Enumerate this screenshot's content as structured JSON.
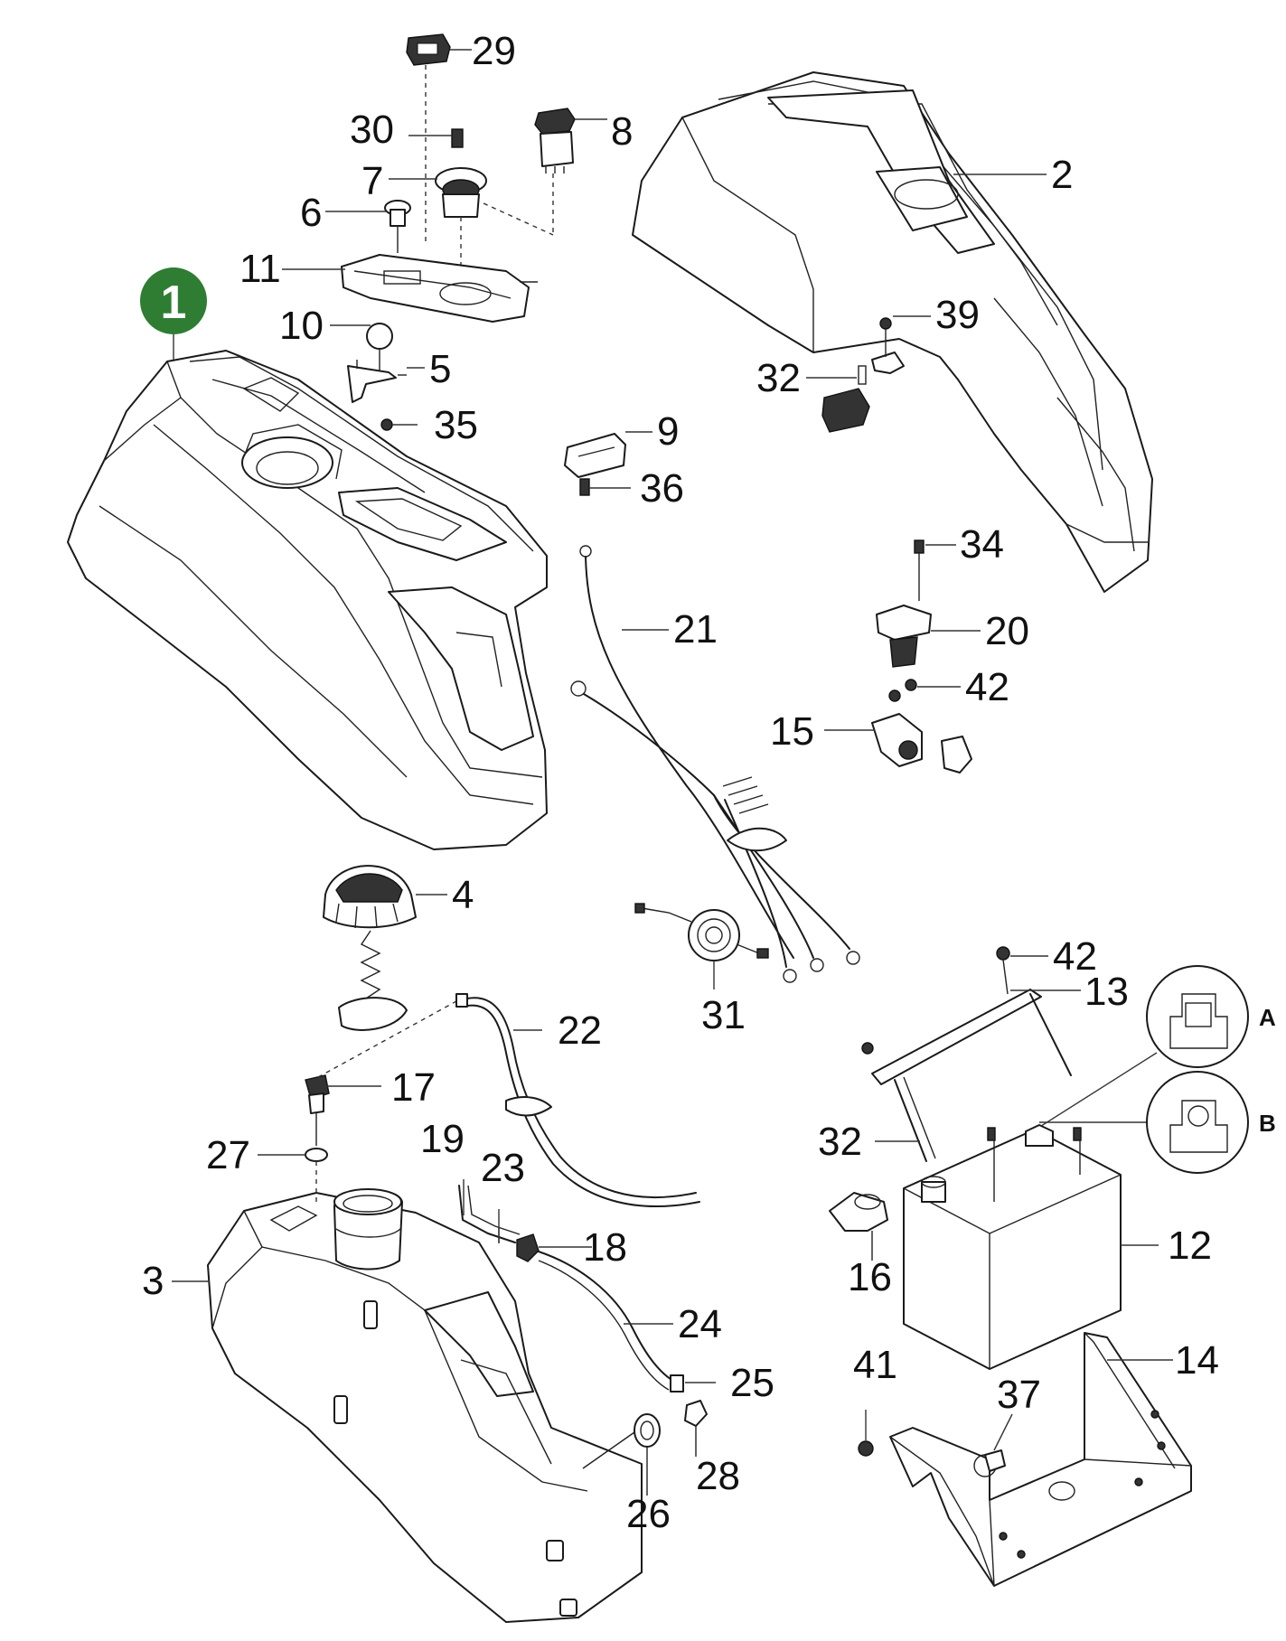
{
  "badge": {
    "label": "1",
    "color": "#2e7d32"
  },
  "callouts": [
    {
      "id": "c29",
      "text": "29"
    },
    {
      "id": "c30",
      "text": "30"
    },
    {
      "id": "c8",
      "text": "8"
    },
    {
      "id": "c7",
      "text": "7"
    },
    {
      "id": "c6",
      "text": "6"
    },
    {
      "id": "c11",
      "text": "11"
    },
    {
      "id": "c10",
      "text": "10"
    },
    {
      "id": "c5",
      "text": "5"
    },
    {
      "id": "c35",
      "text": "35"
    },
    {
      "id": "c2",
      "text": "2"
    },
    {
      "id": "c39",
      "text": "39"
    },
    {
      "id": "c32a",
      "text": "32"
    },
    {
      "id": "c9",
      "text": "9"
    },
    {
      "id": "c36",
      "text": "36"
    },
    {
      "id": "c21",
      "text": "21"
    },
    {
      "id": "c34",
      "text": "34"
    },
    {
      "id": "c20",
      "text": "20"
    },
    {
      "id": "c42a",
      "text": "42"
    },
    {
      "id": "c15",
      "text": "15"
    },
    {
      "id": "c4",
      "text": "4"
    },
    {
      "id": "c31",
      "text": "31"
    },
    {
      "id": "c42b",
      "text": "42"
    },
    {
      "id": "c13",
      "text": "13"
    },
    {
      "id": "c22",
      "text": "22"
    },
    {
      "id": "c17",
      "text": "17"
    },
    {
      "id": "c27",
      "text": "27"
    },
    {
      "id": "c19",
      "text": "19"
    },
    {
      "id": "c23",
      "text": "23"
    },
    {
      "id": "c18",
      "text": "18"
    },
    {
      "id": "c32b",
      "text": "32"
    },
    {
      "id": "c12",
      "text": "12"
    },
    {
      "id": "c16",
      "text": "16"
    },
    {
      "id": "c3",
      "text": "3"
    },
    {
      "id": "c24",
      "text": "24"
    },
    {
      "id": "c25",
      "text": "25"
    },
    {
      "id": "c41",
      "text": "41"
    },
    {
      "id": "c37",
      "text": "37"
    },
    {
      "id": "c14",
      "text": "14"
    },
    {
      "id": "c28",
      "text": "28"
    },
    {
      "id": "c26",
      "text": "26"
    }
  ],
  "details": {
    "a": "A",
    "b": "B"
  }
}
